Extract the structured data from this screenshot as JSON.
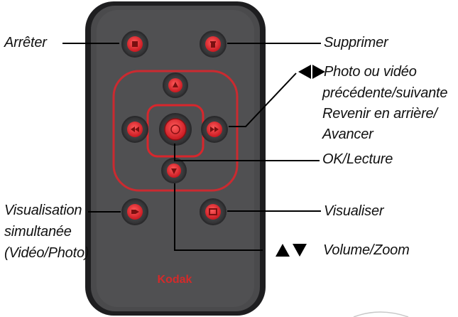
{
  "remote": {
    "brand": "Kodak"
  },
  "labels": {
    "stop": "Arrêter",
    "delete": "Supprimer",
    "nav_line1": "Photo ou vidéo",
    "nav_line2": "précédente/suivante",
    "nav_line3": "Revenir en arrière/",
    "nav_line4": "Avancer",
    "ok": "OK/Lecture",
    "simul_line1": "Visualisation",
    "simul_line2": "simultanée",
    "simul_line3": "(Vidéo/Photo)",
    "view": "Visualiser",
    "volume": "Volume/Zoom"
  },
  "colors": {
    "body": "#4a4a4c",
    "body_dark": "#1e1e20",
    "button_red": "#e2262c",
    "ring_red": "#d8262c",
    "brand_red": "#d42a2a"
  }
}
